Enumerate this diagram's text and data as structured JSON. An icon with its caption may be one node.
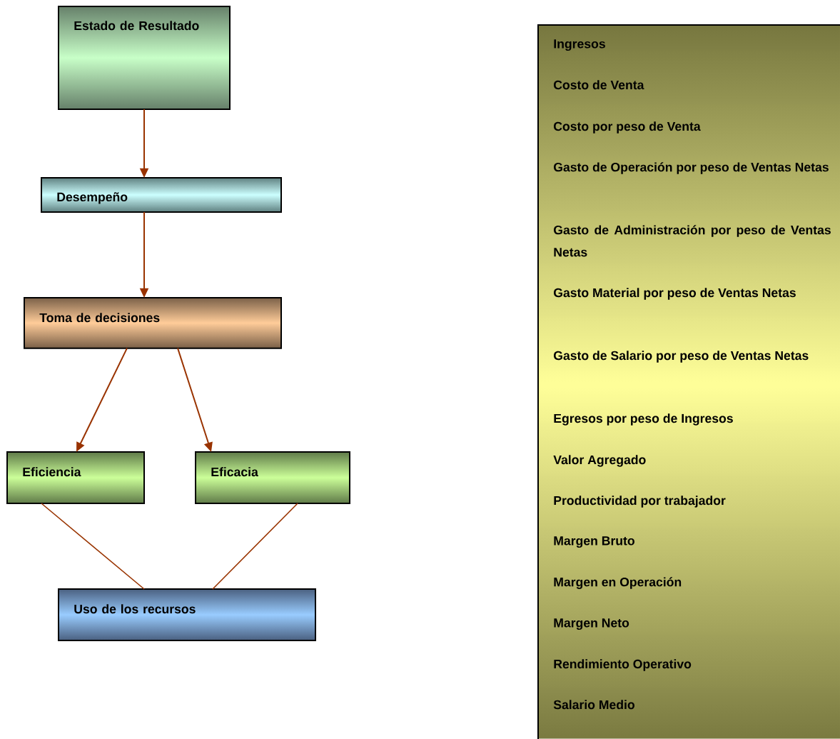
{
  "diagram": {
    "nodes": [
      {
        "text": [
          "Estado de Resultado"
        ]
      },
      {
        "text": [
          "Desempeño"
        ]
      },
      {
        "text": [
          "Toma de decisiones"
        ]
      },
      {
        "text": [
          "Eficiencia"
        ]
      },
      {
        "text": [
          "Eficacia"
        ]
      },
      {
        "text": [
          "Uso de los recursos"
        ]
      },
      {
        "text": [
          "Ingresos",
          "Costo de Venta",
          "Costo por peso de Venta",
          "Gasto de Operación por peso de Ventas Netas",
          "Gasto de Administración por peso de Ventas Netas",
          "Gasto Material por peso de Ventas Netas",
          "Gasto de Salario por peso de Ventas Netas",
          "Egresos por peso de Ingresos",
          "Valor Agregado",
          "Productividad por trabajador",
          "Margen Bruto",
          "Margen en Operación",
          "Margen Neto",
          "Rendimiento Operativo",
          "Salario Medio"
        ]
      }
    ],
    "edges": [
      {
        "from": 0,
        "to": 1,
        "arrow": "to"
      },
      {
        "from": 1,
        "to": 2,
        "arrow": "to"
      },
      {
        "from": 2,
        "to": 3,
        "arrow": "to"
      },
      {
        "from": 2,
        "to": 4,
        "arrow": "to"
      },
      {
        "from": 3,
        "to": 5,
        "arrow": "none"
      },
      {
        "from": 4,
        "to": 5,
        "arrow": "none"
      }
    ]
  }
}
